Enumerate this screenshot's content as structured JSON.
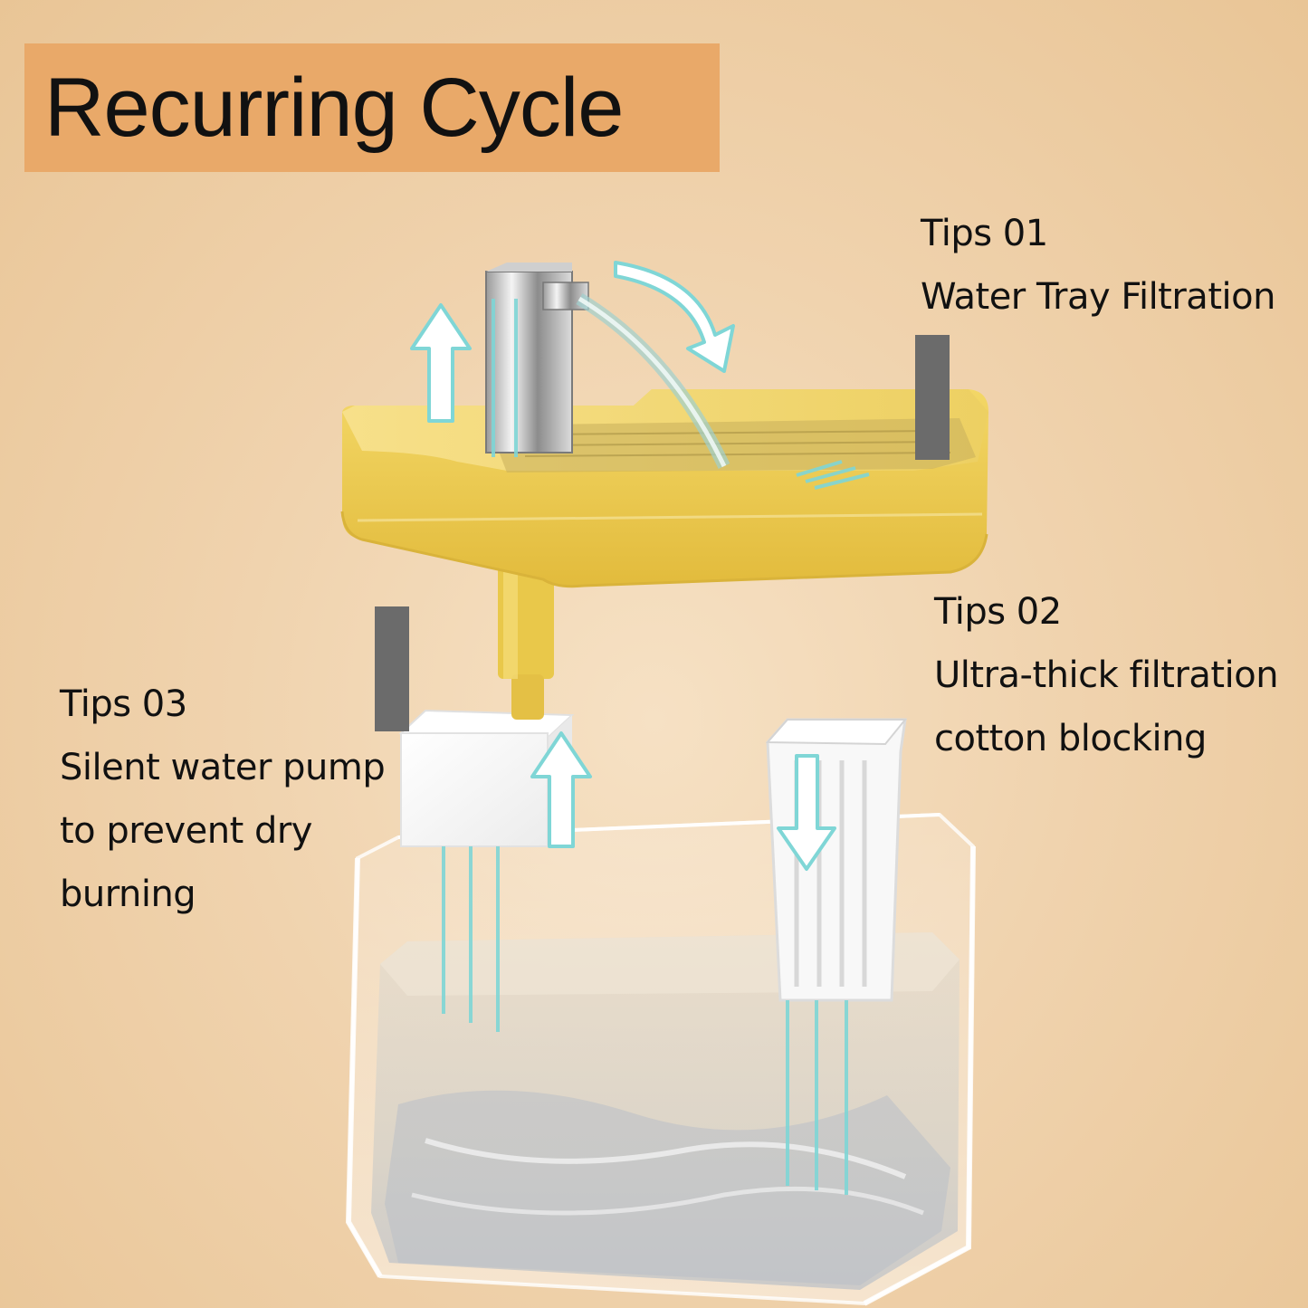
{
  "title": "Recurring Cycle",
  "tips": [
    {
      "label": "Tips 01",
      "lines": [
        "Water Tray Filtration"
      ]
    },
    {
      "label": "Tips 02",
      "lines": [
        "Ultra-thick filtration",
        "cotton blocking"
      ]
    },
    {
      "label": "Tips 03",
      "lines": [
        "Silent water pump",
        "to prevent dry",
        "burning"
      ]
    }
  ],
  "colors": {
    "banner": "#e9a969",
    "tray": "#efce4e",
    "arrow": "#7fd6d6",
    "marker": "#6b6b6b"
  }
}
